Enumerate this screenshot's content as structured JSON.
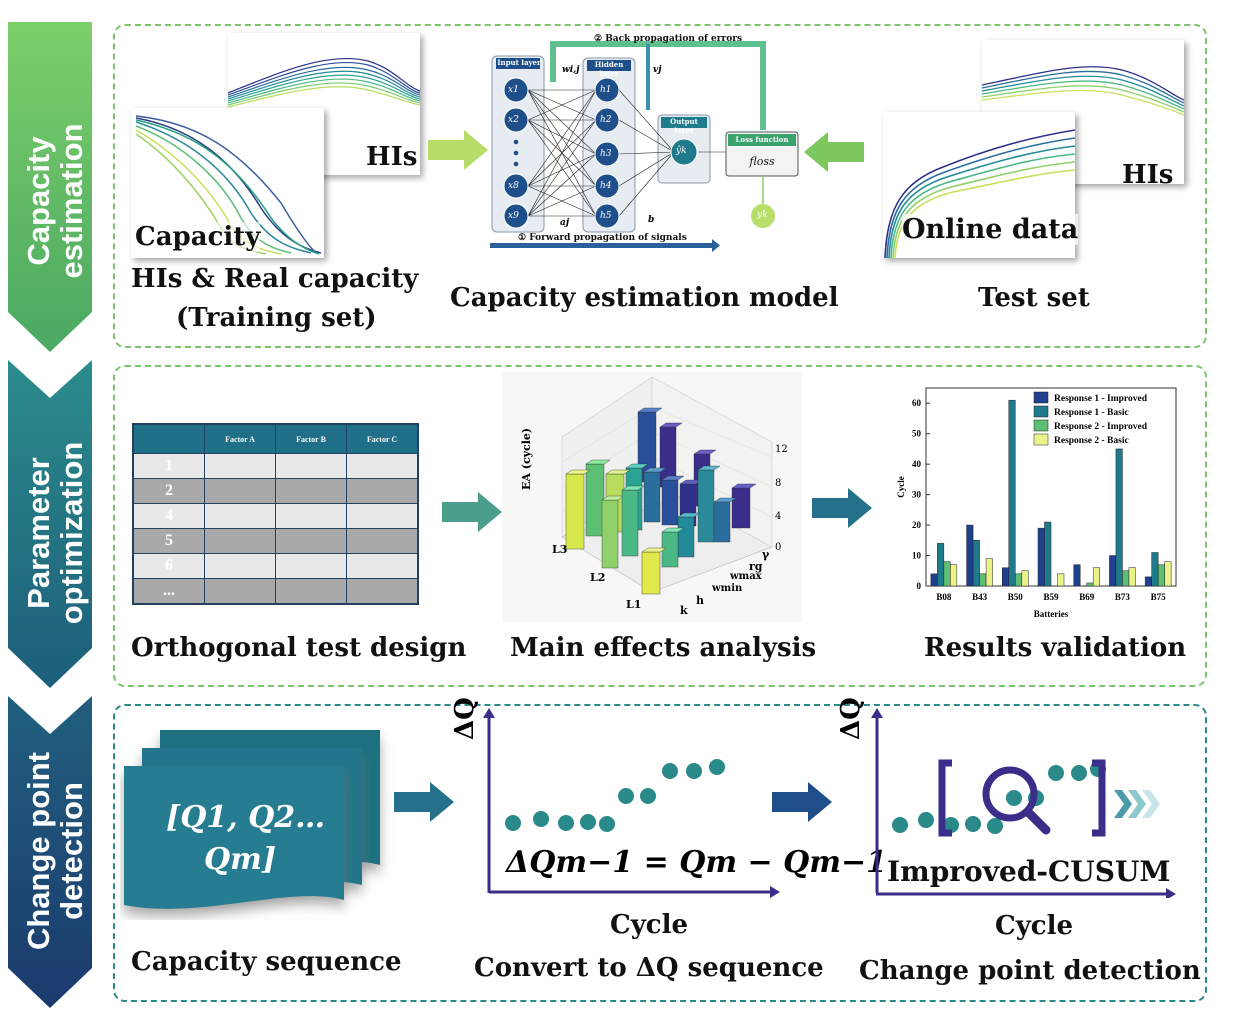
{
  "stages": {
    "capacity": {
      "line1": "Capacity",
      "line2": "estimation"
    },
    "parameter": {
      "line1": "Parameter",
      "line2": "optimization"
    },
    "change": {
      "line1": "Change point",
      "line2": "detection"
    }
  },
  "panel1": {
    "his_label_left": "HIs",
    "capacity_label": "Capacity",
    "training_caption_line1": "HIs & Real capacity",
    "training_caption_line2": "(Training set)",
    "model_caption": "Capacity estimation model",
    "nn": {
      "back_prop": "② Back propagation of errors",
      "forward_prop": "① Forward propagation of signals",
      "input_layer": "Input layer",
      "hidden_layer": "Hidden layer",
      "output_layer": "Output layer",
      "loss_function": "Loss function",
      "floss": "floss",
      "wij": "wi,j",
      "vj": "vj",
      "aj": "aj",
      "b": "b",
      "yhat": "ŷk",
      "yk": "yk",
      "inputs": [
        "x1",
        "x2",
        "x8",
        "x9"
      ],
      "hidden": [
        "h1",
        "h2",
        "h3",
        "h4",
        "h5"
      ]
    },
    "his_label_right": "HIs",
    "online_label": "Online data",
    "test_caption": "Test set"
  },
  "panel2": {
    "table": {
      "headers": [
        "",
        "Factor A",
        "Factor B",
        "Factor C"
      ],
      "rows": [
        "1",
        "2",
        "4",
        "5",
        "6",
        "..."
      ]
    },
    "orthogonal_caption": "Orthogonal test design",
    "main_effects_caption": "Main effects analysis",
    "results_caption": "Results validation",
    "bar3d": {
      "zlabel": "EA (cycle)",
      "zticks": [
        "0",
        "4",
        "8",
        "12"
      ],
      "left_axis": [
        "L1",
        "L2",
        "L3"
      ],
      "right_axis": [
        "k",
        "h",
        "wmin",
        "wmax",
        "rg",
        "γ"
      ]
    }
  },
  "chart_data": {
    "type": "bar",
    "categories": [
      "B08",
      "B43",
      "B50",
      "B59",
      "B69",
      "B73",
      "B75"
    ],
    "series": [
      {
        "name": "Response 1 - Improved",
        "color": "#1f3f8f",
        "values": [
          4,
          20,
          6,
          19,
          7,
          10,
          3
        ]
      },
      {
        "name": "Response 1 - Basic",
        "color": "#1f7a8c",
        "values": [
          14,
          15,
          61,
          21,
          0,
          45,
          11
        ]
      },
      {
        "name": "Response 2 - Improved",
        "color": "#5cbf73",
        "values": [
          8,
          4,
          4,
          0,
          1,
          5,
          7
        ]
      },
      {
        "name": "Response 2 - Basic",
        "color": "#ecf28a",
        "values": [
          7,
          9,
          5,
          4,
          6,
          6,
          8
        ]
      }
    ],
    "xlabel": "Batteries",
    "ylabel": "Cycle",
    "ylim": [
      0,
      65
    ],
    "yticks": [
      0,
      10,
      20,
      30,
      40,
      50,
      60
    ],
    "legend": "top-right"
  },
  "panel3": {
    "capacity_seq_line1": "[Q1, Q2…",
    "capacity_seq_line2": "Qm]",
    "capacity_caption": "Capacity sequence",
    "dq_axis": "ΔQ",
    "formula": "ΔQm−1 = Qm − Qm−1",
    "cycle_label": "Cycle",
    "convert_caption": "Convert to ΔQ sequence",
    "dq_axis2": "ΔQ",
    "cusum_label": "Improved-CUSUM",
    "cycle_label2": "Cycle",
    "change_caption": "Change point detection"
  },
  "colors": {
    "green_stage": "#5aab5e",
    "teal_stage": "#1f7a8c",
    "navy_stage": "#1b3a7a",
    "dot": "#2a8a8a",
    "panel_border": "#7cc36b"
  }
}
